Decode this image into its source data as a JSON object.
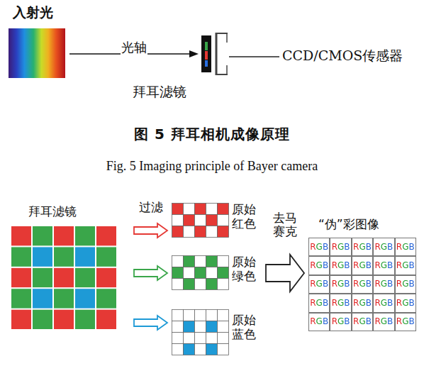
{
  "diagram": {
    "caption": "图 5 拜耳相机成像原理",
    "nodes": [
      {
        "text": [
          "入射光"
        ]
      },
      {
        "text": [
          "拜耳滤镜"
        ]
      },
      {
        "text": [
          "拜耳滤镜"
        ]
      },
      {
        "text": [
          "原始红色"
        ]
      },
      {
        "text": [
          "原始绿色"
        ]
      },
      {
        "text": [
          "原始蓝色"
        ]
      },
      {
        "text": [
          "“伪”彩图像"
        ]
      }
    ],
    "edges": [
      {
        "from": 0,
        "to": 1,
        "label": "光轴",
        "arrow": "to"
      },
      {
        "from": 2,
        "to": 3,
        "label": "过滤",
        "arrow": "to"
      },
      {
        "from": 2,
        "to": 4,
        "arrow": "to"
      },
      {
        "from": 2,
        "to": 5,
        "arrow": "to"
      },
      {
        "from": 4,
        "to": 6,
        "label": "去马赛克",
        "arrow": "to"
      }
    ],
    "labels": [
      "CCD/CMOS传感器",
      "Fig. 5 Imaging principle of Bayer camera",
      "RGB",
      "RGB",
      "RGB",
      "RGB",
      "RGB",
      "RGB",
      "RGB",
      "RGB",
      "RGB",
      "RGB",
      "RGB",
      "RGB",
      "RGB",
      "RGB",
      "RGB",
      "RGB",
      "RGB",
      "RGB",
      "RGB",
      "RGB",
      "RGB",
      "RGB",
      "RGB",
      "RGB",
      "RGB"
    ]
  }
}
